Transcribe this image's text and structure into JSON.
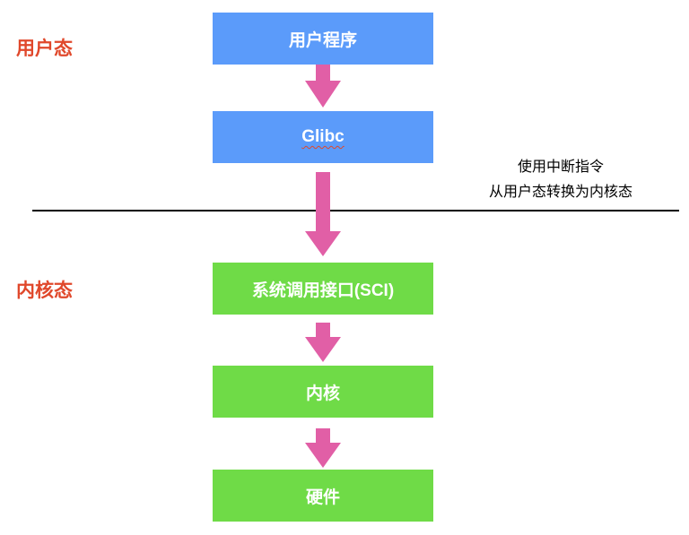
{
  "zones": {
    "user_space": "用户态",
    "kernel_space": "内核态"
  },
  "boxes": {
    "user_program": "用户程序",
    "glibc": "Glibc",
    "sci": "系统调用接口(SCI)",
    "kernel": "内核",
    "hardware": "硬件"
  },
  "note": {
    "line1": "使用中断指令",
    "line2": "从用户态转换为内核态"
  },
  "colors": {
    "user_box": "#5b9bfa",
    "kernel_box": "#6fdb47",
    "arrow": "#e15fa6",
    "zone_label": "#e0482b"
  }
}
